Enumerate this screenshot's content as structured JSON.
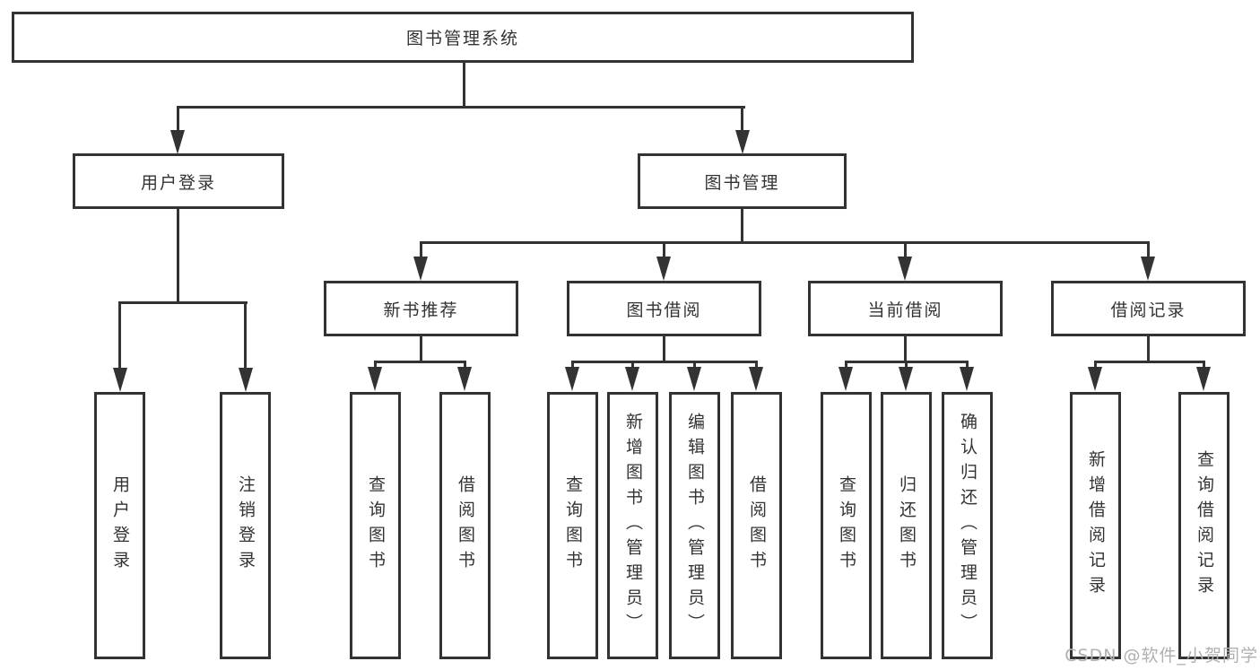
{
  "tree": {
    "root": {
      "label": "图书管理系统"
    },
    "level2": [
      {
        "label": "用户登录",
        "children": [
          "用户登录",
          "注销登录"
        ]
      },
      {
        "label": "图书管理"
      }
    ],
    "level3": [
      {
        "label": "新书推荐",
        "children": [
          "查询图书",
          "借阅图书"
        ]
      },
      {
        "label": "图书借阅",
        "children": [
          "查询图书",
          "新增图书（管理员）",
          "编辑图书（管理员）",
          "借阅图书"
        ]
      },
      {
        "label": "当前借阅",
        "children": [
          "查询图书",
          "归还图书",
          "确认归还（管理员）"
        ]
      },
      {
        "label": "借阅记录",
        "children": [
          "新增借阅记录",
          "查询借阅记录"
        ]
      }
    ]
  },
  "watermark": {
    "text": "CSDN @软件_小贺同学",
    "color": "#b0b0b0"
  },
  "colors": {
    "line": "#333333",
    "text": "#333333",
    "background": "#ffffff"
  }
}
